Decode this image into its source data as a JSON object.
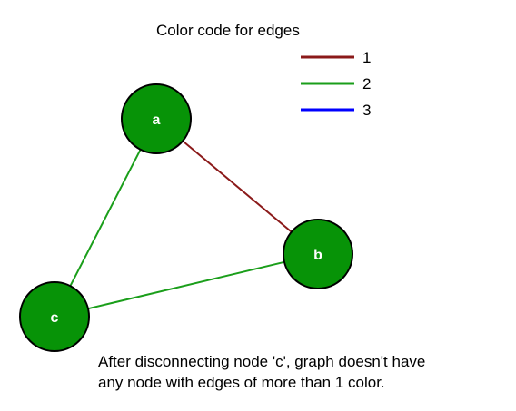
{
  "legend": {
    "title": "Color code for edges",
    "entries": [
      {
        "label": "1",
        "color": "#8b1a1a"
      },
      {
        "label": "2",
        "color": "#1a9e1a"
      },
      {
        "label": "3",
        "color": "#0000ff"
      }
    ]
  },
  "graph": {
    "node_fill": "#079307",
    "node_stroke": "#000000",
    "nodes": [
      {
        "id": "a",
        "label": "a"
      },
      {
        "id": "b",
        "label": "b"
      },
      {
        "id": "c",
        "label": "c"
      }
    ],
    "edges": [
      {
        "from": "a",
        "to": "b",
        "color_code": "1"
      },
      {
        "from": "a",
        "to": "c",
        "color_code": "2"
      },
      {
        "from": "b",
        "to": "c",
        "color_code": "2"
      }
    ]
  },
  "caption": {
    "line1": "After disconnecting node 'c', graph doesn't have",
    "line2": "any node with edges of more than 1 color."
  }
}
